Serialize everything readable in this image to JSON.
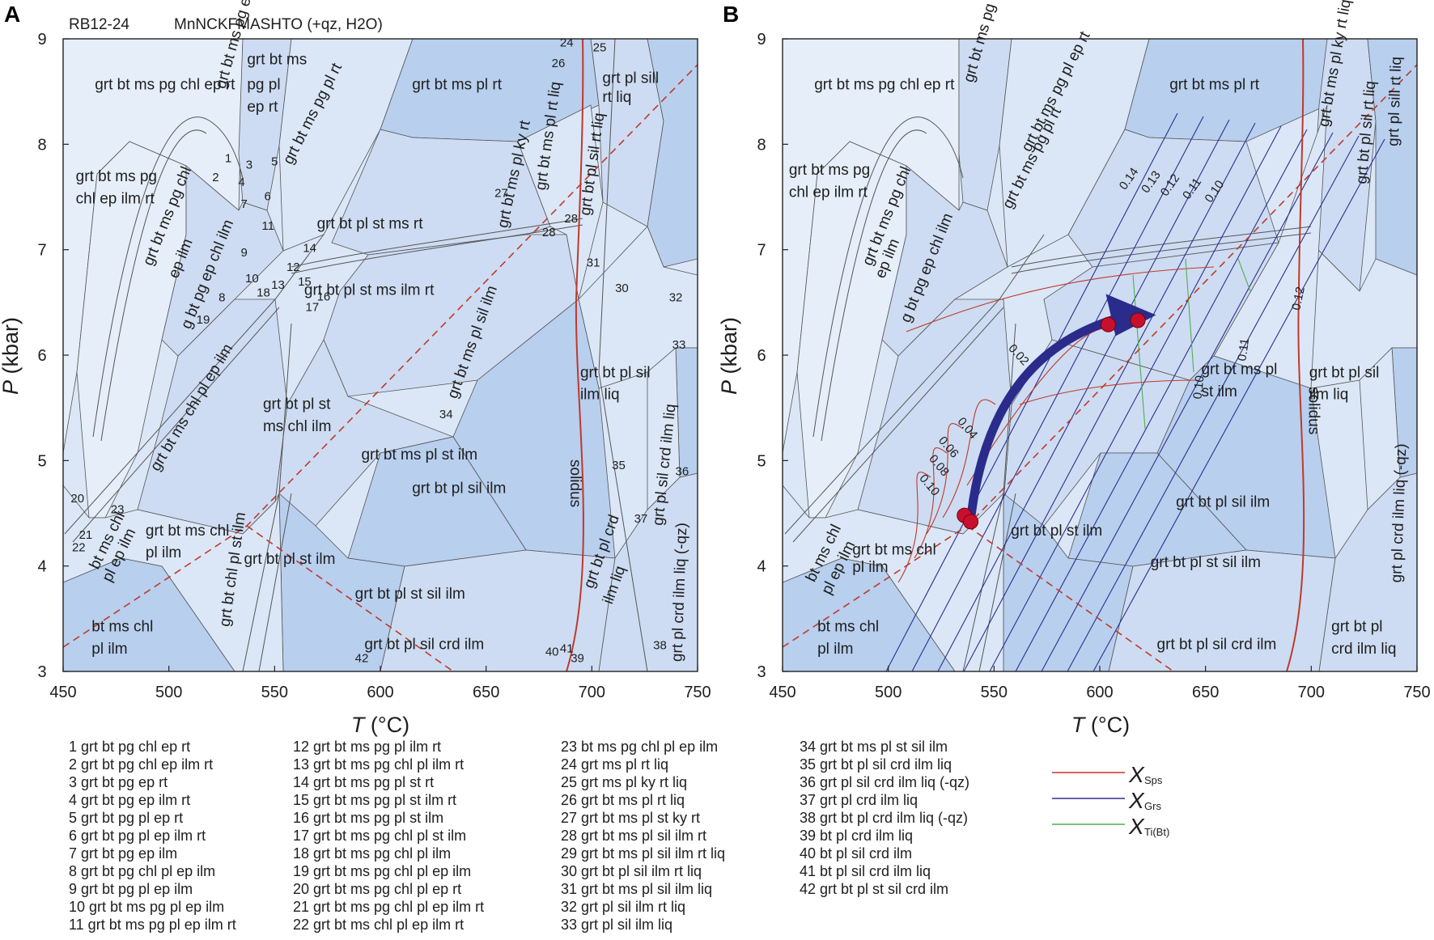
{
  "panel_a": {
    "label": "A",
    "sample": "RB12-24",
    "system": "MnNCKFMASHTO (+qz, H2O)",
    "x_axis_title_italic": "T",
    "x_axis_title_unit": " (°C)",
    "y_axis_title_italic": "P",
    "y_axis_title_unit": " (kbar)",
    "x_ticks": [
      "450",
      "500",
      "550",
      "600",
      "650",
      "700",
      "750"
    ],
    "y_ticks": [
      "3",
      "4",
      "5",
      "6",
      "7",
      "8",
      "9"
    ],
    "field_labels": [
      {
        "text": "grt bt ms pg chl ep rt",
        "tx": 0.05,
        "ty": 0.08
      },
      {
        "text": "grt bt ms",
        "tx": 0.29,
        "ty": 0.04
      },
      {
        "text": "pg pl",
        "tx": 0.29,
        "ty": 0.08
      },
      {
        "text": "ep rt",
        "tx": 0.29,
        "ty": 0.115
      },
      {
        "text": "grt bt ms pl rt",
        "tx": 0.55,
        "ty": 0.08
      },
      {
        "text": "grt bt ms pg",
        "tx": 0.02,
        "ty": 0.225
      },
      {
        "text": "chl ep ilm rt",
        "tx": 0.02,
        "ty": 0.26
      },
      {
        "text": "grt bt pl st ms rt",
        "tx": 0.4,
        "ty": 0.3
      },
      {
        "text": "grt bt pl st ms ilm rt",
        "tx": 0.38,
        "ty": 0.405
      },
      {
        "text": "grt bt pl st",
        "tx": 0.315,
        "ty": 0.585
      },
      {
        "text": "ms chl ilm",
        "tx": 0.315,
        "ty": 0.62
      },
      {
        "text": "grt bt pl sil",
        "tx": 0.815,
        "ty": 0.535
      },
      {
        "text": "ilm liq",
        "tx": 0.815,
        "ty": 0.57
      },
      {
        "text": "grt bt pl sil ilm",
        "tx": 0.55,
        "ty": 0.718
      },
      {
        "text": "grt bt ms chl",
        "tx": 0.13,
        "ty": 0.785
      },
      {
        "text": "pl ilm",
        "tx": 0.13,
        "ty": 0.82
      },
      {
        "text": "grt bt pl st ilm",
        "tx": 0.285,
        "ty": 0.83
      },
      {
        "text": "grt bt pl st sil ilm",
        "tx": 0.46,
        "ty": 0.885
      },
      {
        "text": "bt ms chl",
        "tx": 0.045,
        "ty": 0.937
      },
      {
        "text": "pl ilm",
        "tx": 0.045,
        "ty": 0.972
      },
      {
        "text": "grt bt pl sil crd ilm",
        "tx": 0.475,
        "ty": 0.965
      },
      {
        "text": "grt pl sill",
        "tx": 0.85,
        "ty": 0.07
      },
      {
        "text": "rt liq",
        "tx": 0.85,
        "ty": 0.1
      }
    ],
    "rotated_labels": [
      {
        "text": "grt bt ms pg ep rt",
        "tx": 0.255,
        "ty": 0.08,
        "rot": -74
      },
      {
        "text": "grt bt ms pg pl rt",
        "tx": 0.36,
        "ty": 0.2,
        "rot": -63
      },
      {
        "text": "grt bt ms pl ky rt",
        "tx": 0.7,
        "ty": 0.3,
        "rot": -78
      },
      {
        "text": "grt bt ms pl rt liq",
        "tx": 0.76,
        "ty": 0.24,
        "rot": -82
      },
      {
        "text": "grt bt pl sil rt liq",
        "tx": 0.83,
        "ty": 0.28,
        "rot": -82
      },
      {
        "text": "grt bt ms pg chl",
        "tx": 0.14,
        "ty": 0.36,
        "rot": -68
      },
      {
        "text": "ep ilm",
        "tx": 0.18,
        "ty": 0.38,
        "rot": -68
      },
      {
        "text": "g bt pg ep chl ilm",
        "tx": 0.2,
        "ty": 0.46,
        "rot": -68
      },
      {
        "text": "grt bt ms pl sil ilm",
        "tx": 0.62,
        "ty": 0.57,
        "rot": -70
      },
      {
        "text": "grt bt ms chl pl ep ilm",
        "tx": 0.15,
        "ty": 0.685,
        "rot": -59
      },
      {
        "text": "grt bt chl pl st ilm",
        "tx": 0.262,
        "ty": 0.93,
        "rot": -82
      },
      {
        "text": "grt pl sil crd ilm liq",
        "tx": 0.945,
        "ty": 0.77,
        "rot": -84
      },
      {
        "text": "grt pl crd ilm liq (-qz)",
        "tx": 0.975,
        "ty": 0.985,
        "rot": -88
      },
      {
        "text": "bt ms chl",
        "tx": 0.055,
        "ty": 0.84,
        "rot": -64
      },
      {
        "text": "pl ep ilm",
        "tx": 0.075,
        "ty": 0.86,
        "rot": -64
      }
    ],
    "red_labels": [
      {
        "text": "grt bt ms pl st ilm",
        "tx": 0.47,
        "ty": 0.665,
        "rot": 0
      },
      {
        "text": "solidus",
        "tx": 0.8,
        "ty": 0.665,
        "rot": 90
      }
    ],
    "small_crd_labels": [
      {
        "text": "grt bt pl crd",
        "tx": 0.835,
        "ty": 0.87,
        "rot": -70
      },
      {
        "text": "ilm liq",
        "tx": 0.865,
        "ty": 0.895,
        "rot": -70
      }
    ],
    "field_numbers": [
      {
        "n": "1",
        "tx": 0.255,
        "ty": 0.195
      },
      {
        "n": "2",
        "tx": 0.235,
        "ty": 0.225
      },
      {
        "n": "3",
        "tx": 0.288,
        "ty": 0.205
      },
      {
        "n": "4",
        "tx": 0.276,
        "ty": 0.233
      },
      {
        "n": "5",
        "tx": 0.328,
        "ty": 0.2
      },
      {
        "n": "6",
        "tx": 0.317,
        "ty": 0.255
      },
      {
        "n": "7",
        "tx": 0.28,
        "ty": 0.267
      },
      {
        "n": "8",
        "tx": 0.245,
        "ty": 0.415
      },
      {
        "n": "9",
        "tx": 0.28,
        "ty": 0.344
      },
      {
        "n": "10",
        "tx": 0.287,
        "ty": 0.385
      },
      {
        "n": "11",
        "tx": 0.313,
        "ty": 0.302
      },
      {
        "n": "12",
        "tx": 0.352,
        "ty": 0.367
      },
      {
        "n": "13",
        "tx": 0.328,
        "ty": 0.395
      },
      {
        "n": "14",
        "tx": 0.378,
        "ty": 0.337
      },
      {
        "n": "15",
        "tx": 0.37,
        "ty": 0.39
      },
      {
        "n": "16",
        "tx": 0.4,
        "ty": 0.414
      },
      {
        "n": "17",
        "tx": 0.382,
        "ty": 0.43
      },
      {
        "n": "18",
        "tx": 0.305,
        "ty": 0.407
      },
      {
        "n": "19",
        "tx": 0.21,
        "ty": 0.45
      },
      {
        "n": "20",
        "tx": 0.012,
        "ty": 0.733
      },
      {
        "n": "21",
        "tx": 0.025,
        "ty": 0.79
      },
      {
        "n": "22",
        "tx": 0.014,
        "ty": 0.81
      },
      {
        "n": "23",
        "tx": 0.075,
        "ty": 0.75
      },
      {
        "n": "24",
        "tx": 0.783,
        "ty": 0.012
      },
      {
        "n": "25",
        "tx": 0.835,
        "ty": 0.02
      },
      {
        "n": "26",
        "tx": 0.77,
        "ty": 0.045
      },
      {
        "n": "27",
        "tx": 0.68,
        "ty": 0.25
      },
      {
        "n": "28",
        "tx": 0.755,
        "ty": 0.312
      },
      {
        "n": "28",
        "tx": 0.79,
        "ty": 0.29
      },
      {
        "n": "30",
        "tx": 0.87,
        "ty": 0.4
      },
      {
        "n": "31",
        "tx": 0.825,
        "ty": 0.36
      },
      {
        "n": "32",
        "tx": 0.955,
        "ty": 0.415
      },
      {
        "n": "33",
        "tx": 0.96,
        "ty": 0.49
      },
      {
        "n": "34",
        "tx": 0.593,
        "ty": 0.6
      },
      {
        "n": "35",
        "tx": 0.865,
        "ty": 0.68
      },
      {
        "n": "36",
        "tx": 0.965,
        "ty": 0.69
      },
      {
        "n": "37",
        "tx": 0.9,
        "ty": 0.765
      },
      {
        "n": "38",
        "tx": 0.93,
        "ty": 0.965
      },
      {
        "n": "39",
        "tx": 0.8,
        "ty": 0.985
      },
      {
        "n": "40",
        "tx": 0.76,
        "ty": 0.975
      },
      {
        "n": "41",
        "tx": 0.783,
        "ty": 0.97
      },
      {
        "n": "42",
        "tx": 0.46,
        "ty": 0.985
      }
    ]
  },
  "panel_b": {
    "label": "B",
    "x_axis_title_italic": "T",
    "x_axis_title_unit": " (°C)",
    "y_axis_title_italic": "P",
    "y_axis_title_unit": " (kbar)",
    "x_ticks": [
      "450",
      "500",
      "550",
      "600",
      "650",
      "700",
      "750"
    ],
    "y_ticks": [
      "3",
      "4",
      "5",
      "6",
      "7",
      "8",
      "9"
    ],
    "field_labels": [
      {
        "text": "grt bt ms pg chl ep rt",
        "tx": 0.05,
        "ty": 0.08
      },
      {
        "text": "grt bt ms pl rt",
        "tx": 0.61,
        "ty": 0.08
      },
      {
        "text": "grt bt ms pg",
        "tx": 0.01,
        "ty": 0.215
      },
      {
        "text": "chl ep ilm rt",
        "tx": 0.01,
        "ty": 0.25
      },
      {
        "text": "grt bt pl sil",
        "tx": 0.83,
        "ty": 0.535
      },
      {
        "text": "ilm liq",
        "tx": 0.83,
        "ty": 0.57
      },
      {
        "text": "grt bt pl sil ilm",
        "tx": 0.62,
        "ty": 0.74
      },
      {
        "text": "grt bt pl st ilm",
        "tx": 0.36,
        "ty": 0.785
      },
      {
        "text": "grt bt pl st sil ilm",
        "tx": 0.58,
        "ty": 0.835
      },
      {
        "text": "bt ms chl",
        "tx": 0.055,
        "ty": 0.937
      },
      {
        "text": "pl ilm",
        "tx": 0.055,
        "ty": 0.972
      },
      {
        "text": "grt bt pl sil crd ilm",
        "tx": 0.59,
        "ty": 0.965
      },
      {
        "text": "grt bt pl",
        "tx": 0.865,
        "ty": 0.937
      },
      {
        "text": "crd ilm liq",
        "tx": 0.865,
        "ty": 0.972
      }
    ],
    "small_labels": [
      {
        "text": "grt bt ms chl",
        "tx": 0.11,
        "ty": 0.815
      },
      {
        "text": "pl ilm",
        "tx": 0.11,
        "ty": 0.843
      }
    ],
    "rotated_labels": [
      {
        "text": "grt bt ms pg ep rt",
        "tx": 0.3,
        "ty": 0.07,
        "rot": -74
      },
      {
        "text": "grt bt ms pg pl ep rt",
        "tx": 0.39,
        "ty": 0.18,
        "rot": -63
      },
      {
        "text": "grt bt ms pg pl rt",
        "tx": 0.36,
        "ty": 0.27,
        "rot": -63
      },
      {
        "text": "grt bt ms pl ky rt liq",
        "tx": 0.86,
        "ty": 0.14,
        "rot": -80
      },
      {
        "text": "grt bt pl sil rt liq",
        "tx": 0.92,
        "ty": 0.23,
        "rot": -85
      },
      {
        "text": "grt pl sill rt liq",
        "tx": 0.97,
        "ty": 0.17,
        "rot": -88
      },
      {
        "text": "grt bt ms pg chl",
        "tx": 0.14,
        "ty": 0.36,
        "rot": -68
      },
      {
        "text": "ep ilm",
        "tx": 0.16,
        "ty": 0.38,
        "rot": -68
      },
      {
        "text": "g bt pg ep chl ilm",
        "tx": 0.2,
        "ty": 0.45,
        "rot": -68
      },
      {
        "text": "bt ms chl",
        "tx": 0.05,
        "ty": 0.86,
        "rot": -64
      },
      {
        "text": "pl ep ilm",
        "tx": 0.075,
        "ty": 0.88,
        "rot": -64
      },
      {
        "text": "grt pl crd ilm liq (-qz)",
        "tx": 0.975,
        "ty": 0.86,
        "rot": -88
      }
    ],
    "red_labels": [
      {
        "text": "grt bt ms pl",
        "tx": 0.66,
        "ty": 0.53,
        "rot": 0
      },
      {
        "text": "st ilm",
        "tx": 0.66,
        "ty": 0.565,
        "rot": 0
      },
      {
        "text": "solidus",
        "tx": 0.83,
        "ty": 0.55,
        "rot": 90
      }
    ],
    "sps_labels": [
      {
        "text": "0.02",
        "tx": 0.355,
        "ty": 0.49,
        "rot": 47
      },
      {
        "text": "0.04",
        "tx": 0.275,
        "ty": 0.605,
        "rot": 50
      },
      {
        "text": "0.06",
        "tx": 0.245,
        "ty": 0.635,
        "rot": 50
      },
      {
        "text": "0.08",
        "tx": 0.23,
        "ty": 0.664,
        "rot": 50
      },
      {
        "text": "0.10",
        "tx": 0.215,
        "ty": 0.695,
        "rot": 50
      }
    ],
    "grs_labels": [
      {
        "text": "0.14",
        "tx": 0.54,
        "ty": 0.24,
        "rot": -55
      },
      {
        "text": "0.13",
        "tx": 0.575,
        "ty": 0.245,
        "rot": -55
      },
      {
        "text": "0.12",
        "tx": 0.605,
        "ty": 0.25,
        "rot": -55
      },
      {
        "text": "0.11",
        "tx": 0.64,
        "ty": 0.255,
        "rot": -55
      },
      {
        "text": "0.10",
        "tx": 0.675,
        "ty": 0.26,
        "rot": -55
      }
    ],
    "ti_labels": [
      {
        "text": "0.12",
        "tx": 0.815,
        "ty": 0.43,
        "rot": -78
      },
      {
        "text": "0.11",
        "tx": 0.73,
        "ty": 0.51,
        "rot": -82
      },
      {
        "text": "0.10",
        "tx": 0.66,
        "ty": 0.57,
        "rot": -84
      }
    ],
    "pt_path": {
      "start_T": 539,
      "start_P": 4.45,
      "end_T": 622,
      "end_P": 6.35
    },
    "pt_points": [
      {
        "T": 536,
        "P": 4.48
      },
      {
        "T": 539,
        "P": 4.42
      },
      {
        "T": 604,
        "P": 6.29
      },
      {
        "T": 618,
        "P": 6.33
      }
    ]
  },
  "legend_lines": [
    {
      "sub": "Sps",
      "color": "#c0392b"
    },
    {
      "sub": "Grs",
      "color": "#2e2e8f"
    },
    {
      "sub": "Ti(Bt)",
      "color": "#4caf50"
    }
  ],
  "legend_symbol": "X",
  "assemblage_list": [
    [
      "1 grt bt pg chl ep rt",
      "2 grt bt pg chl ep ilm rt",
      "3 grt bt pg ep rt",
      "4 grt bt pg ep ilm rt",
      "5 grt bt pg pl ep rt",
      "6 grt bt pg pl ep ilm rt",
      "7 grt bt pg ep ilm",
      "8 grt bt pg chl pl ep ilm",
      "9 grt bt pg pl ep ilm",
      "10 grt bt ms pg pl ep ilm",
      "11 grt bt ms pg pl ep ilm rt"
    ],
    [
      "12 grt bt ms pg pl ilm rt",
      "13 grt bt ms pg chl pl ilm rt",
      "14 grt bt ms pg pl st rt",
      "15 grt bt ms pg pl st ilm rt",
      "16 grt bt ms pg pl st ilm",
      "17 grt bt ms pg chl pl st ilm",
      "18 grt bt ms pg chl pl ilm",
      "19 grt bt ms pg chl pl ep ilm",
      "20 grt bt ms pg chl pl ep rt",
      "21 grt bt ms pg chl pl ep ilm rt",
      "22 grt bt ms chl pl ep ilm rt"
    ],
    [
      "23 bt ms pg chl pl ep ilm",
      "24 grt ms pl rt liq",
      "25 grt ms pl ky rt liq",
      "26 grt bt ms pl rt liq",
      "27 grt bt ms pl st ky rt",
      "28 grt bt ms pl sil ilm rt",
      "29 grt bt ms pl sil ilm rt liq",
      "30 grt bt pl sil ilm rt liq",
      "31 grt bt ms pl sil ilm liq",
      "32 grt pl sil ilm rt liq",
      "33 grt pl sil ilm liq"
    ],
    [
      "34 grt bt ms pl st sil ilm",
      "35 grt bt pl sil crd ilm liq",
      "36 grt pl sil crd ilm liq (-qz)",
      "37 grt pl crd ilm liq",
      "38 grt bt pl crd ilm liq (-qz)",
      "39 bt pl crd ilm liq",
      "40 bt pl sil crd ilm",
      "41 bt pl sil crd ilm liq",
      "42 grt bt pl st sil crd ilm"
    ]
  ],
  "colors": {
    "field_light": "#e6eef9",
    "field_mid": "#cddcf2",
    "field_dark": "#b8cfee",
    "field_deeper": "#a9c4ea",
    "boundary": "#555555",
    "red": "#c0392b",
    "blue_iso": "#2e2e8f",
    "green_iso": "#4caf50",
    "arrow": "#2b2b8c",
    "point": "#c8102e"
  }
}
